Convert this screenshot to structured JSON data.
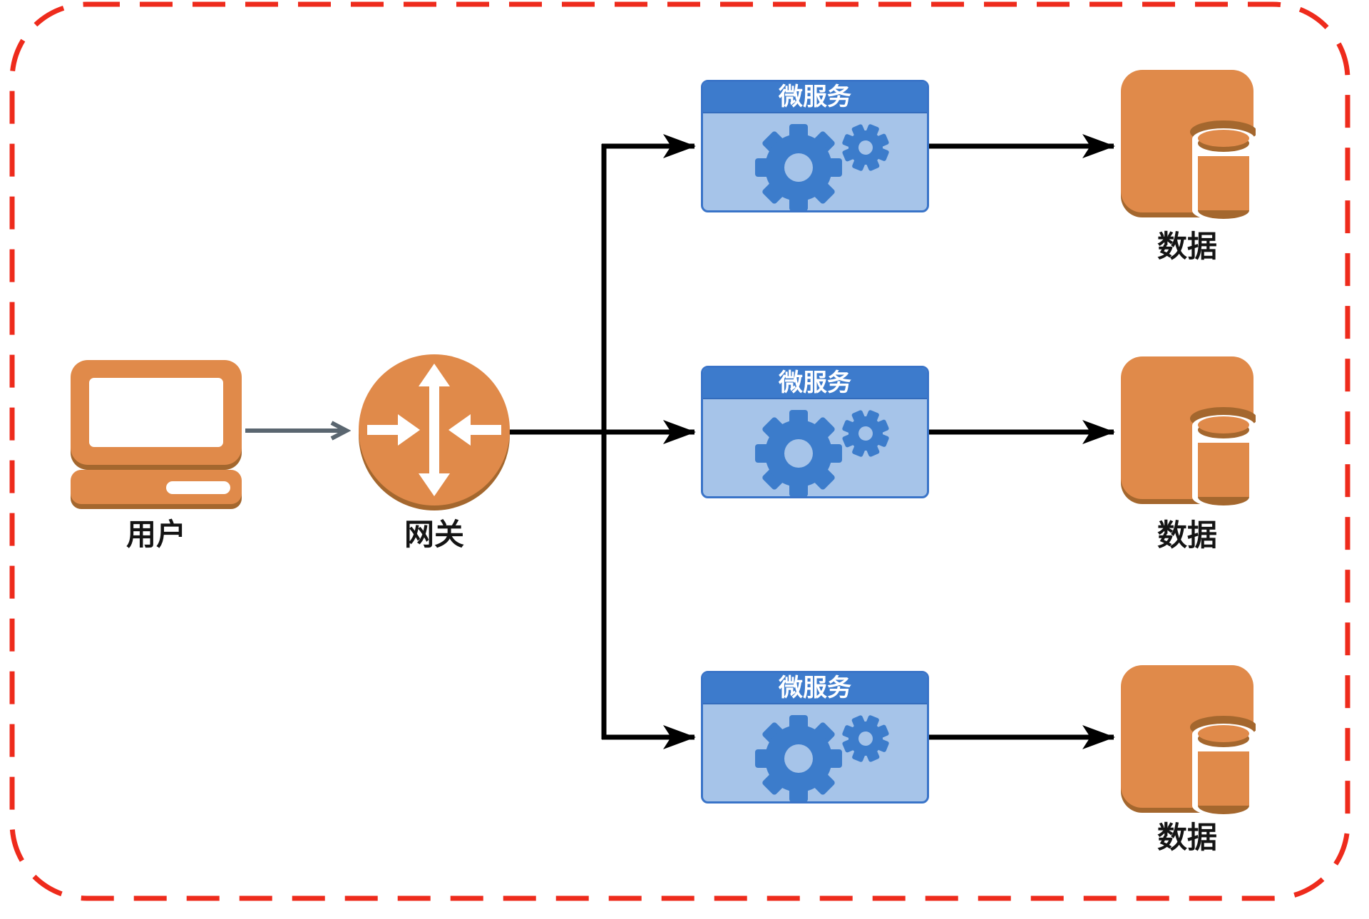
{
  "canvas": {
    "background": "#ffffff",
    "dashed_border_color": "#ee2b1c"
  },
  "colors": {
    "node_orange": "#e08a4a",
    "node_orange_shadow": "#a4672e",
    "service_header_blue": "#3d7bcc",
    "service_body_blue": "#a6c4e9",
    "service_border_blue": "#3a74c8",
    "gear_blue": "#3c7ccb",
    "connector_black": "#000000",
    "connector_gray": "#5a6670",
    "label_color": "#141414"
  },
  "nodes": {
    "user": {
      "label": "用户",
      "icon": "computer-icon"
    },
    "gateway": {
      "label": "网关",
      "icon": "router-icon"
    },
    "services": [
      {
        "label": "微服务",
        "icon": "gears-icon"
      },
      {
        "label": "微服务",
        "icon": "gears-icon"
      },
      {
        "label": "微服务",
        "icon": "gears-icon"
      }
    ],
    "databases": [
      {
        "label": "数据",
        "icon": "database-icon"
      },
      {
        "label": "数据",
        "icon": "database-icon"
      },
      {
        "label": "数据",
        "icon": "database-icon"
      }
    ]
  }
}
